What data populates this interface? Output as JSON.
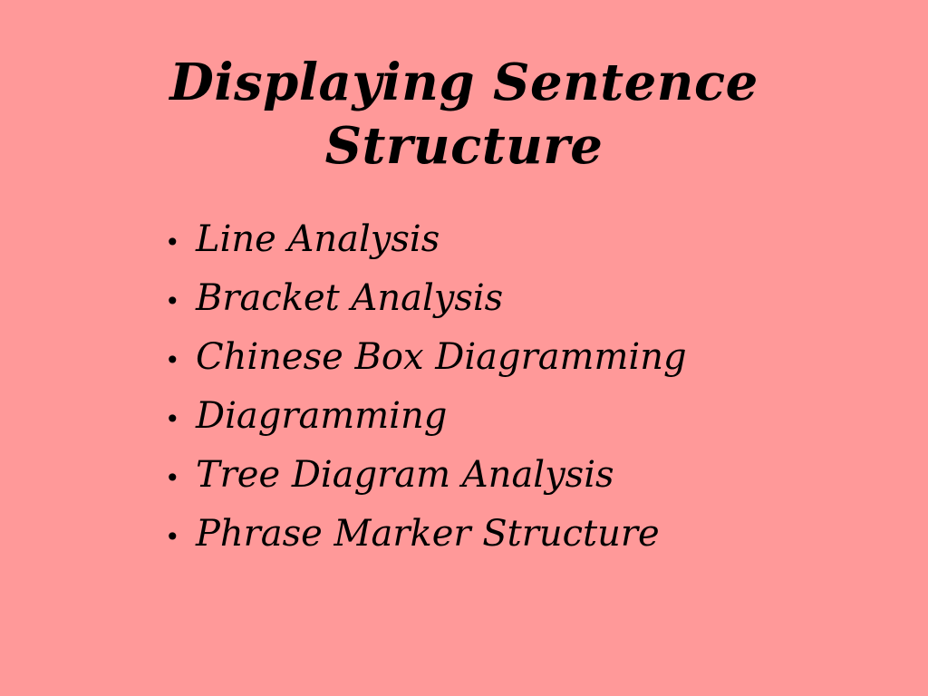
{
  "slide": {
    "background_color": "#ff9999",
    "text_color": "#000000",
    "title": {
      "lines": [
        "Displaying Sentence",
        "Structure"
      ]
    },
    "bullet_glyph": "•",
    "bullets": [
      "Line Analysis",
      "Bracket Analysis",
      "Chinese Box Diagramming",
      "Diagramming",
      "Tree Diagram Analysis",
      "Phrase Marker Structure"
    ]
  }
}
